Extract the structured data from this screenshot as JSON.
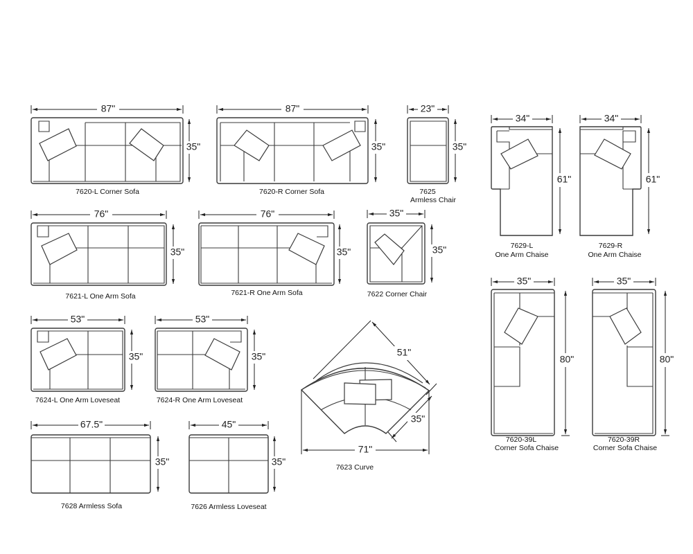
{
  "pieces": [
    {
      "id": "7620-L",
      "label": "7620-L Corner Sofa",
      "width": "87\"",
      "depth": "35\""
    },
    {
      "id": "7620-R",
      "label": "7620-R Corner Sofa",
      "width": "87\"",
      "depth": "35\""
    },
    {
      "id": "7625",
      "label": "7625",
      "label2": "Armless Chair",
      "width": "23\"",
      "depth": "35\""
    },
    {
      "id": "7629-L",
      "label": "7629-L",
      "label2": "One Arm Chaise",
      "width": "34\"",
      "depth": "61\""
    },
    {
      "id": "7629-R",
      "label": "7629-R",
      "label2": "One Arm Chaise",
      "width": "34\"",
      "depth": "61\""
    },
    {
      "id": "7621-L",
      "label": "7621-L One Arm Sofa",
      "width": "76\"",
      "depth": "35\""
    },
    {
      "id": "7621-R",
      "label": "7621-R One Arm Sofa",
      "width": "76\"",
      "depth": "35\""
    },
    {
      "id": "7622",
      "label": "7622 Corner Chair",
      "width": "35\"",
      "depth": "35\""
    },
    {
      "id": "7620-39L",
      "label": "7620-39L",
      "label2": "Corner Sofa Chaise",
      "width": "35\"",
      "depth": "80\""
    },
    {
      "id": "7620-39R",
      "label": "7620-39R",
      "label2": "Corner Sofa Chaise",
      "width": "35\"",
      "depth": "80\""
    },
    {
      "id": "7624-L",
      "label": "7624-L One Arm Loveseat",
      "width": "53\"",
      "depth": "35\""
    },
    {
      "id": "7624-R",
      "label": "7624-R One Arm Loveseat",
      "width": "53\"",
      "depth": "35\""
    },
    {
      "id": "7623",
      "label": "7623 Curve",
      "width": "71\"",
      "side": "51\"",
      "depth": "35\""
    },
    {
      "id": "7628",
      "label": "7628 Armless Sofa",
      "width": "67.5\"",
      "depth": "35\""
    },
    {
      "id": "7626",
      "label": "7626 Armless Loveseat",
      "width": "45\"",
      "depth": "35\""
    }
  ]
}
